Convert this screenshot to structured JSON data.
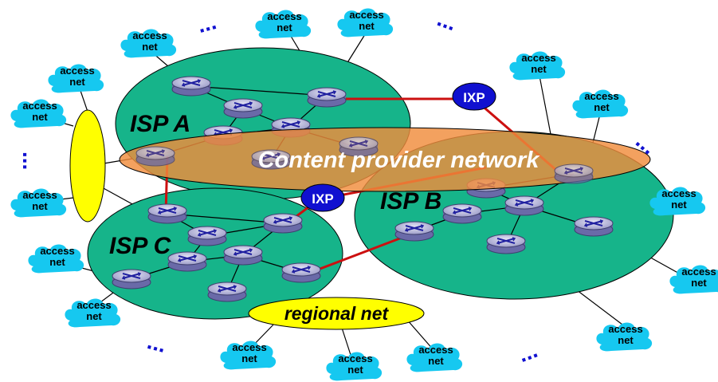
{
  "labels": {
    "access_net_line1": "access",
    "access_net_line2": "net",
    "isp_a": "ISP A",
    "isp_b": "ISP B",
    "isp_c": "ISP C",
    "ixp": "IXP",
    "content_provider": "Content provider network",
    "regional_net": "regional net",
    "ellipsis": "..."
  },
  "colors": {
    "isp_fill": "#16b48a",
    "cdn_fill": "#f08c3c",
    "ixp_fill": "#1010d0",
    "regional_fill": "#ffff00",
    "access_fill": "#16c8f0",
    "dots": "#1010d0",
    "red_link": "#cc1010"
  }
}
